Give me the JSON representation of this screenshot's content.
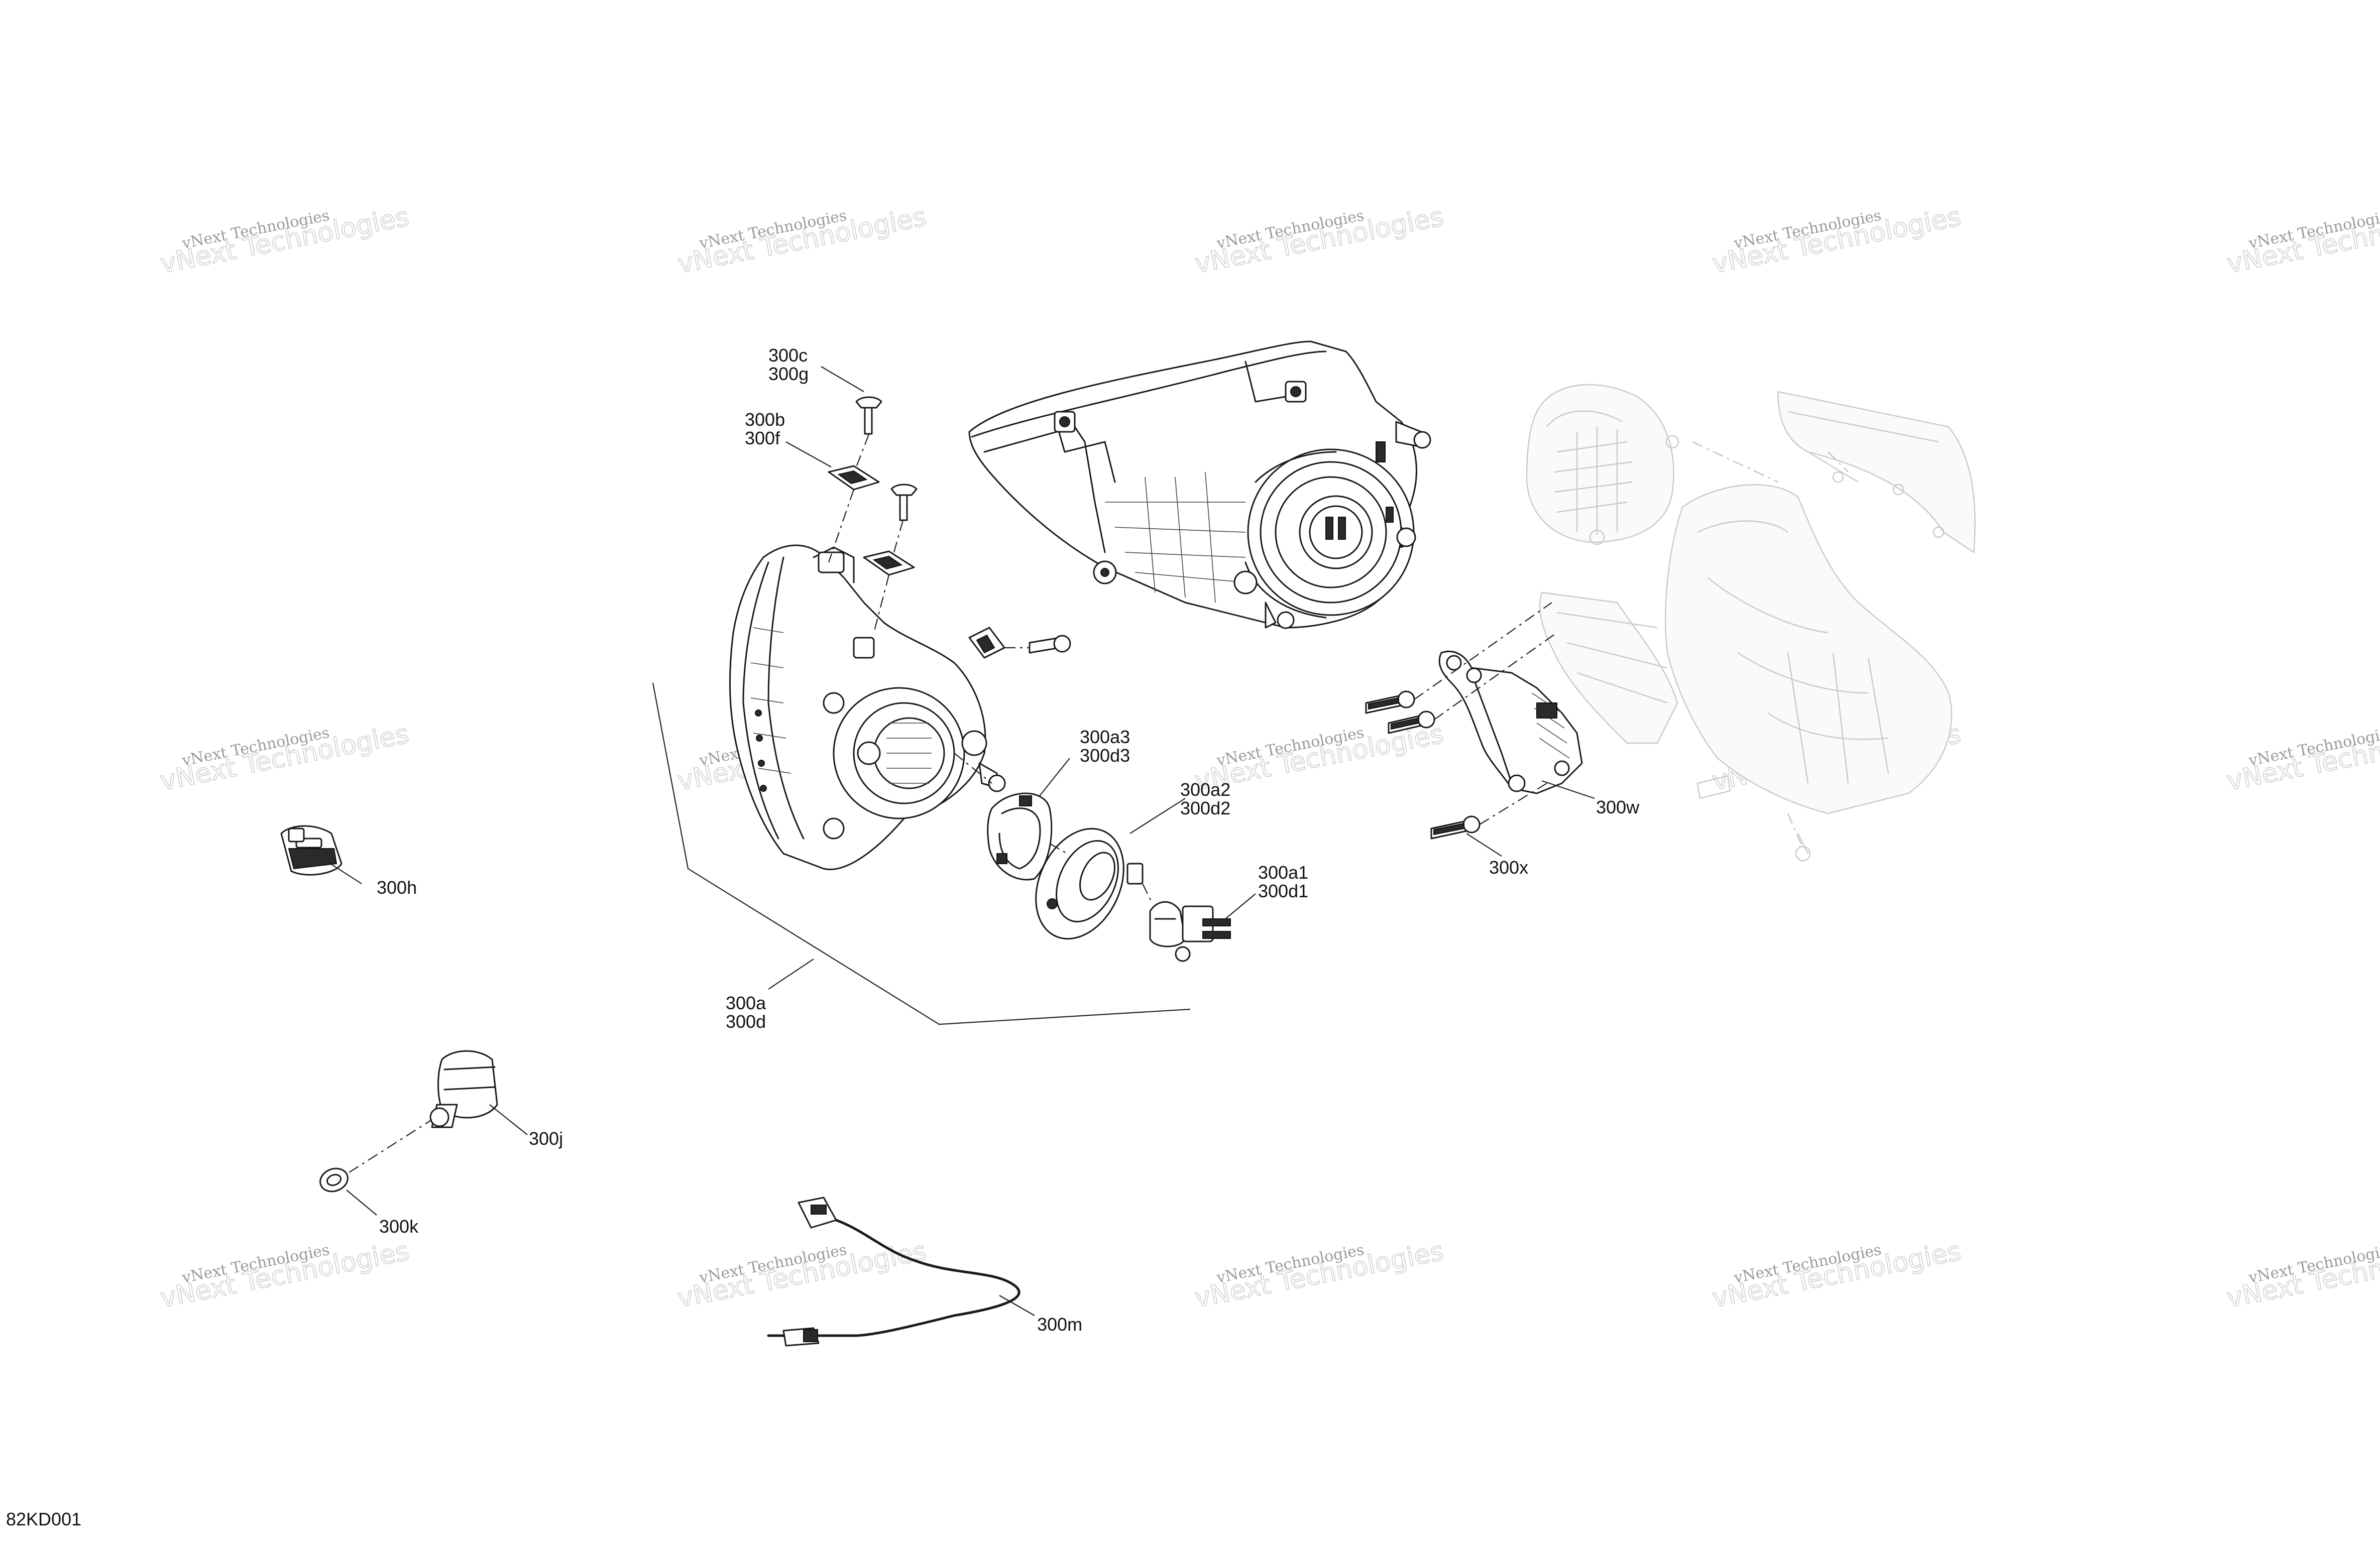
{
  "drawing_code": "82KD001",
  "watermark": {
    "line1": "vNext Technologies",
    "line2": "vNext Technologies"
  },
  "callouts": {
    "c300c": "300c",
    "c300g": "300g",
    "c300b": "300b",
    "c300f": "300f",
    "c300a3": "300a3",
    "c300d3": "300d3",
    "c300a2": "300a2",
    "c300d2": "300d2",
    "c300a1": "300a1",
    "c300d1": "300d1",
    "c300a": "300a",
    "c300d": "300d",
    "c300h": "300h",
    "c300j": "300j",
    "c300k": "300k",
    "c300m": "300m",
    "c300w": "300w",
    "c300x": "300x"
  }
}
